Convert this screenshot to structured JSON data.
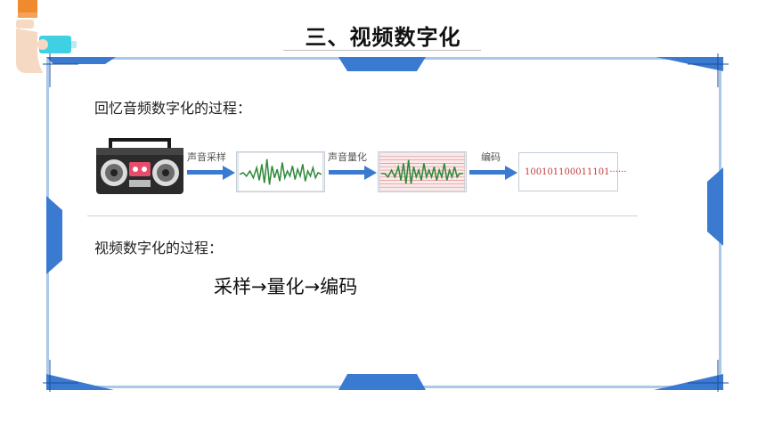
{
  "slide": {
    "title": "三、视频数字化",
    "section1_label": "回忆音频数字化的过程：",
    "section2_label": "视频数字化的过程：",
    "process_text": "采样→量化→编码"
  },
  "audio_pipeline": {
    "steps": [
      "声音采样",
      "声音量化",
      "编码"
    ],
    "binary_output": "100101100011101······"
  },
  "colors": {
    "accent_blue": "#3a7ad1",
    "frame_light_blue": "#a9c8ea",
    "waveform_green": "#2f8a3a",
    "binary_red": "#c0393b",
    "logo_orange": "#ef8a2e",
    "logo_cyan": "#3fd0e4"
  },
  "icons": [
    "radio-cassette-icon",
    "usb-drive-logo-icon",
    "arrow-right-icon"
  ]
}
